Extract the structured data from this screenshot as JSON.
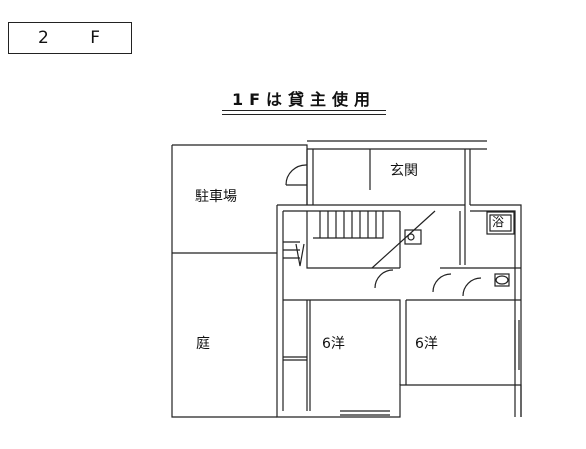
{
  "floor_label": "2 F",
  "heading": "1Fは貸主使用",
  "rooms": {
    "parking": "駐車場",
    "entrance": "玄関",
    "bath": "浴",
    "garden": "庭",
    "western_room_a": "6洋",
    "western_room_b": "6洋"
  },
  "colors": {
    "line": "#222222",
    "background": "#ffffff"
  }
}
